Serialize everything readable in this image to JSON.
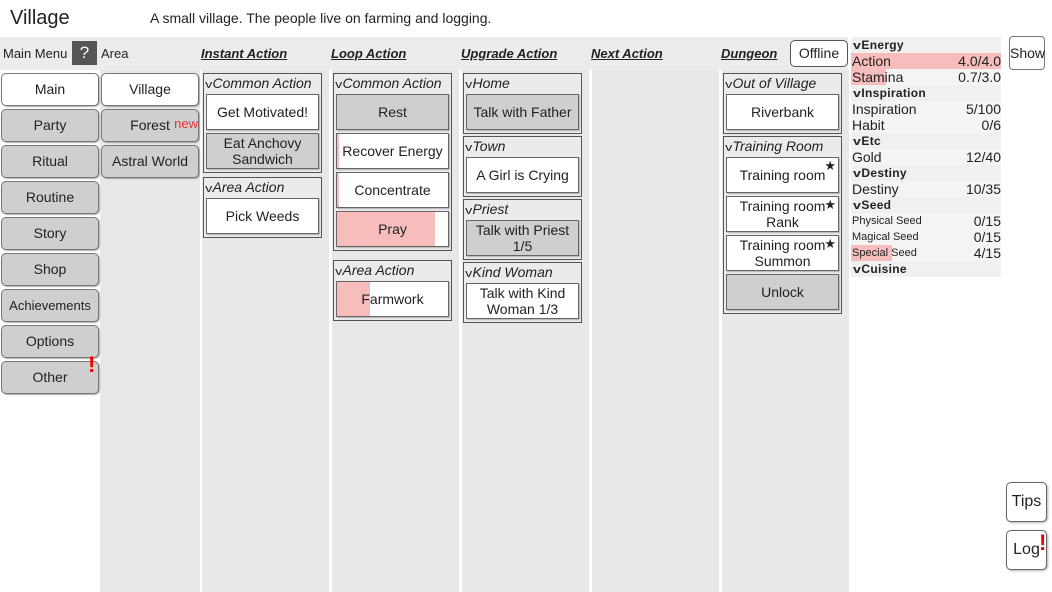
{
  "header": {
    "title": "Village",
    "description": "A small village. The people live on farming and logging."
  },
  "menu": {
    "label": "Main Menu",
    "help": "?",
    "items": [
      "Main",
      "Party",
      "Ritual",
      "Routine",
      "Story",
      "Shop",
      "Achievements",
      "Options",
      "Other"
    ],
    "other_alert": "!"
  },
  "area": {
    "label": "Area",
    "items": [
      "Village",
      "Forest",
      "Astral World"
    ],
    "forest_badge": "new"
  },
  "sections": {
    "instant": "Instant Action",
    "loop": "Loop Action",
    "upgrade": "Upgrade Action",
    "next": "Next Action",
    "dungeon": "Dungeon"
  },
  "instant": {
    "common": {
      "title": "Common Action",
      "items": [
        "Get Motivated!",
        "Eat Anchovy Sandwich"
      ]
    },
    "area": {
      "title": "Area Action",
      "items": [
        "Pick Weeds"
      ]
    }
  },
  "loop": {
    "common": {
      "title": "Common Action",
      "items": [
        "Rest",
        "Recover Energy",
        "Concentrate",
        "Pray"
      ],
      "progress": [
        0,
        0.02,
        0.02,
        0.88
      ]
    },
    "area": {
      "title": "Area Action",
      "items": [
        "Farmwork"
      ],
      "progress": [
        0.3
      ]
    }
  },
  "upgrade": {
    "home": {
      "title": "Home",
      "items": [
        "Talk with Father"
      ]
    },
    "town": {
      "title": "Town",
      "items": [
        "A Girl is Crying"
      ]
    },
    "priest": {
      "title": "Priest",
      "items": [
        "Talk with Priest 1/5"
      ]
    },
    "kind": {
      "title": "Kind Woman",
      "items": [
        "Talk with Kind Woman 1/3"
      ]
    }
  },
  "dungeon": {
    "out": {
      "title": "Out of Village",
      "items": [
        "Riverbank"
      ]
    },
    "training": {
      "title": "Training Room",
      "items": [
        "Training room",
        "Training room Rank",
        "Training room Summon",
        "Unlock"
      ],
      "star": "★"
    }
  },
  "offline": "Offline",
  "show": "Show",
  "resources": {
    "energy": {
      "title": "Energy",
      "action": {
        "name": "Action",
        "value": "4.0/4.0",
        "fill": 1.0
      },
      "stamina": {
        "name": "Stamina",
        "value": "0.7/3.0",
        "fill": 0.23
      }
    },
    "inspiration": {
      "title": "Inspiration",
      "inspiration": {
        "name": "Inspiration",
        "value": "5/100"
      },
      "habit": {
        "name": "Habit",
        "value": "0/6"
      }
    },
    "etc": {
      "title": "Etc",
      "gold": {
        "name": "Gold",
        "value": "12/40"
      }
    },
    "destiny": {
      "title": "Destiny",
      "destiny": {
        "name": "Destiny",
        "value": "10/35"
      }
    },
    "seed": {
      "title": "Seed",
      "physical": {
        "name": "Physical Seed",
        "value": "0/15"
      },
      "magical": {
        "name": "Magical Seed",
        "value": "0/15"
      },
      "special": {
        "name": "Special Seed",
        "value": "4/15",
        "fill": 0.27
      }
    },
    "cuisine": {
      "title": "Cuisine"
    }
  },
  "tips": "Tips",
  "log": "Log",
  "log_alert": "!",
  "colors": {
    "progress": "#f7bcbc",
    "alert": "#e00000",
    "panel": "#e8e8e8",
    "button_disabled": "#cfcfcf"
  }
}
